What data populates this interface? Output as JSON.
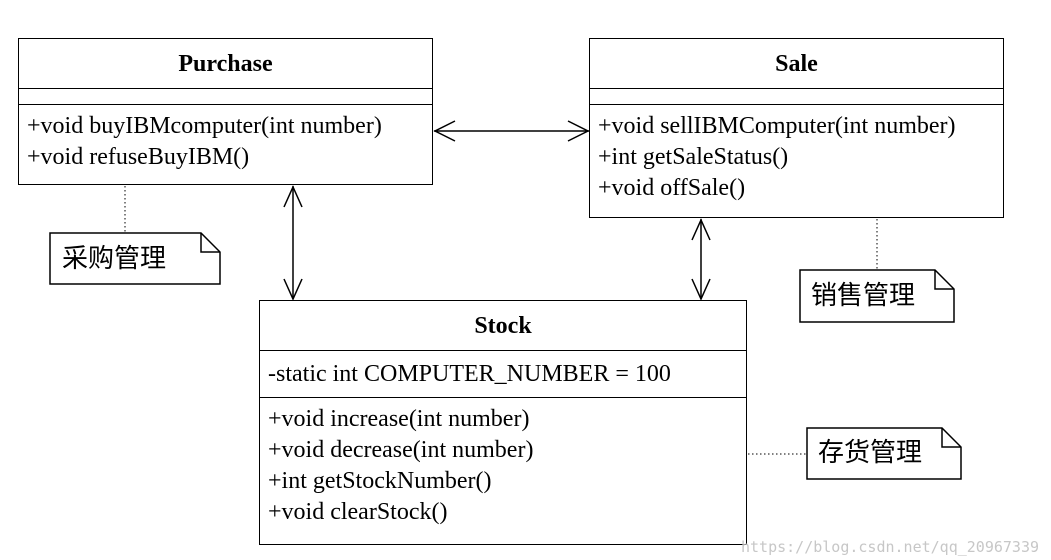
{
  "classes": {
    "purchase": {
      "name": "Purchase",
      "methods": [
        "+void buyIBMcomputer(int number)",
        "+void refuseBuyIBM()"
      ]
    },
    "sale": {
      "name": "Sale",
      "methods": [
        "+void sellIBMComputer(int number)",
        "+int getSaleStatus()",
        "+void offSale()"
      ]
    },
    "stock": {
      "name": "Stock",
      "attributes": [
        "-static int COMPUTER_NUMBER = 100"
      ],
      "methods": [
        "+void increase(int number)",
        "+void decrease(int number)",
        "+int getStockNumber()",
        "+void clearStock()"
      ]
    }
  },
  "notes": {
    "purchase_note": "采购管理",
    "sale_note": "销售管理",
    "stock_note": "存货管理"
  },
  "watermark": "https://blog.csdn.net/qq_20967339"
}
